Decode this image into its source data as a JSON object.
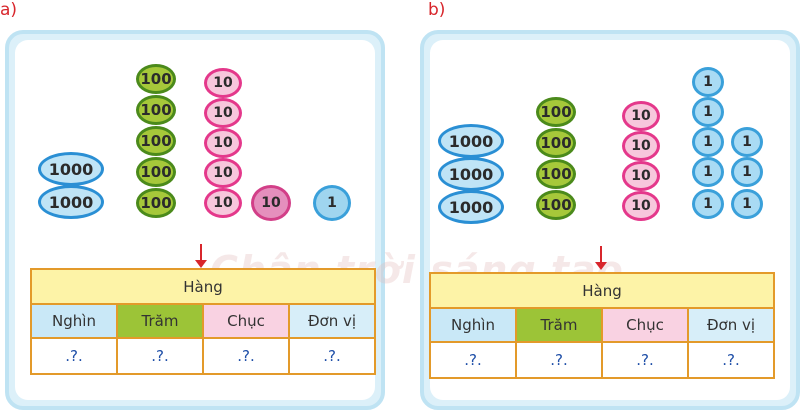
{
  "parts": [
    {
      "label": "a)",
      "coins": {
        "thousands": [
          "1000",
          "1000"
        ],
        "hundreds": [
          "100",
          "100",
          "100",
          "100",
          "100"
        ],
        "tens": [
          "10",
          "10",
          "10",
          "10",
          "10"
        ],
        "tens_extra": [
          "10"
        ],
        "ones": [
          "1"
        ]
      },
      "table": {
        "header": "Hàng",
        "columns": [
          "Nghìn",
          "Trăm",
          "Chục",
          "Đơn vị"
        ],
        "values": [
          ".?.",
          ".?.",
          ".?.",
          ".?."
        ]
      }
    },
    {
      "label": "b)",
      "coins": {
        "thousands": [
          "1000",
          "1000",
          "1000"
        ],
        "hundreds": [
          "100",
          "100",
          "100",
          "100"
        ],
        "tens": [
          "10",
          "10",
          "10",
          "10"
        ],
        "ones_col1": [
          "1",
          "1",
          "1",
          "1",
          "1"
        ],
        "ones_col2": [
          "1",
          "1",
          "1"
        ]
      },
      "table": {
        "header": "Hàng",
        "columns": [
          "Nghìn",
          "Trăm",
          "Chục",
          "Đơn vị"
        ],
        "values": [
          ".?.",
          ".?.",
          ".?.",
          ".?."
        ]
      }
    }
  ],
  "watermark": "Chân trời sáng tạo",
  "colors": {
    "thousand": "#2a8fd4",
    "hundred": "#a6c83a",
    "ten": "#e4388b",
    "one": "#3aa0da",
    "table_border": "#e39a2a",
    "arrow": "#d8262c"
  }
}
